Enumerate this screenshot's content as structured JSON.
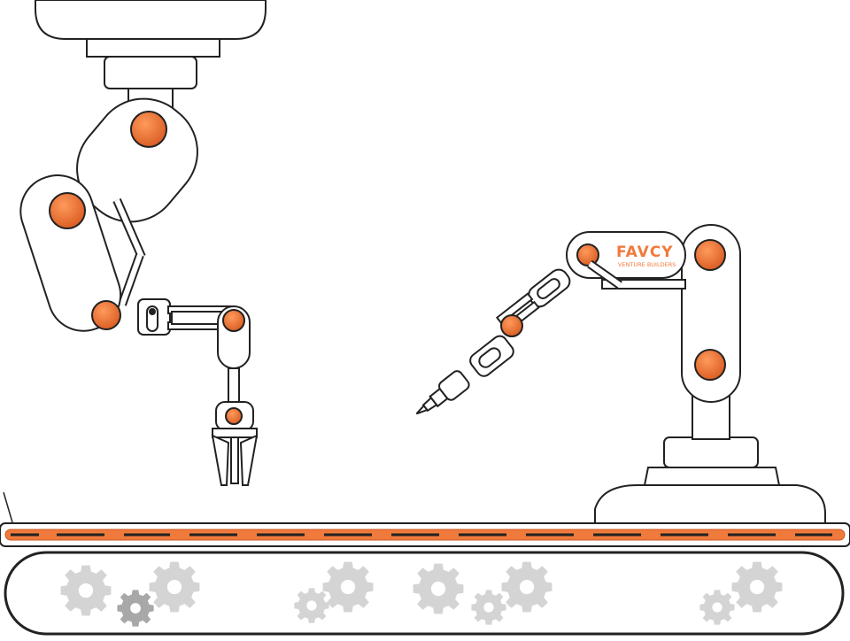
{
  "scene": {
    "brand": {
      "name": "FAVCY",
      "tagline": "VENTURE BUILDERS"
    },
    "colors": {
      "accent": "#f07a3c",
      "accent_dark": "#c75a24",
      "outline": "#222222",
      "body": "#ffffff",
      "gear": "#d4d4d4",
      "gear_dark": "#a8a8a8",
      "belt_stripe": "#f07a3c"
    },
    "icons": [
      "robot-arm-ceiling",
      "robot-arm-floor",
      "gripper-claw",
      "screwdriver-tool",
      "gear-icon",
      "conveyor-belt"
    ]
  }
}
